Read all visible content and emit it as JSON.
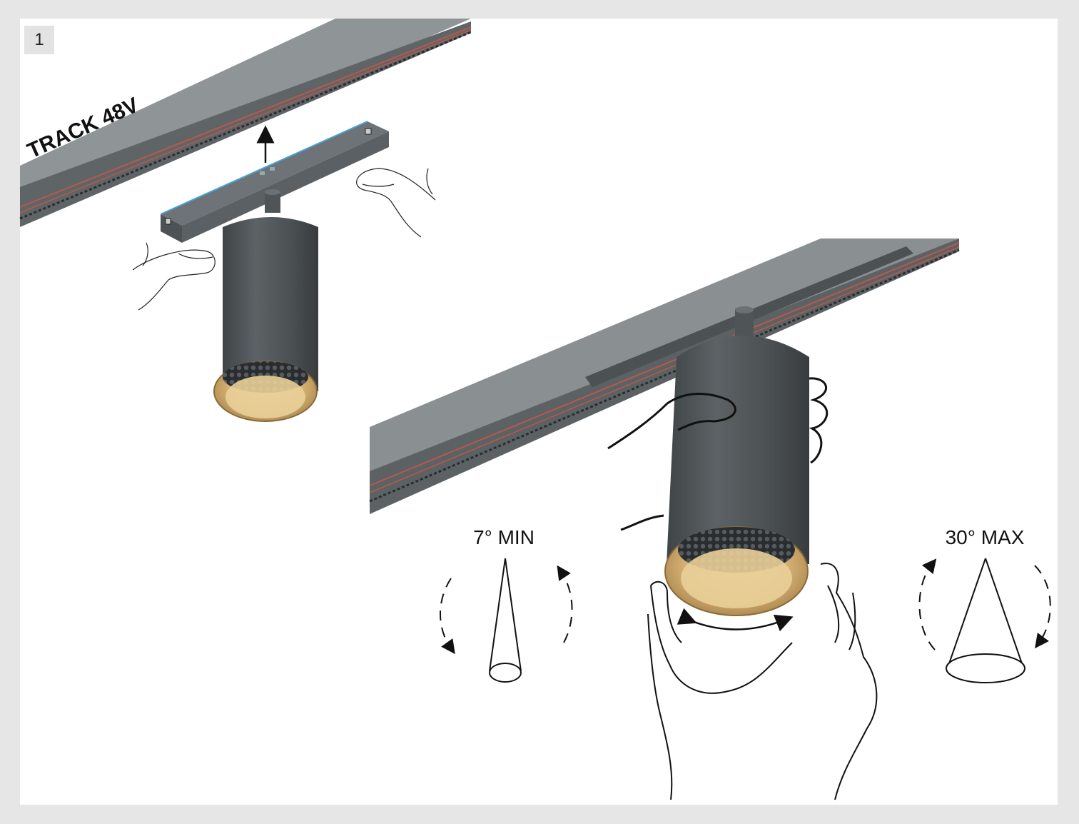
{
  "step": {
    "number": "1"
  },
  "track": {
    "label": "TRACK 48V"
  },
  "beam": {
    "min_label": "7° MIN",
    "max_label": "30° MAX"
  },
  "colors": {
    "frame": "#e6e6e6",
    "page": "#ffffff",
    "track_body": "#5f6467",
    "track_top": "#8a8f92",
    "copper_line": "#b8594a",
    "fixture_body": "#4f5457",
    "brass_ring": "#c9a86b",
    "adapter_edge": "#4aa3d8"
  },
  "icons": [
    "arrow-up-icon",
    "cone-narrow-icon",
    "cone-wide-icon",
    "rotate-arrow-icon",
    "hand-icon"
  ]
}
